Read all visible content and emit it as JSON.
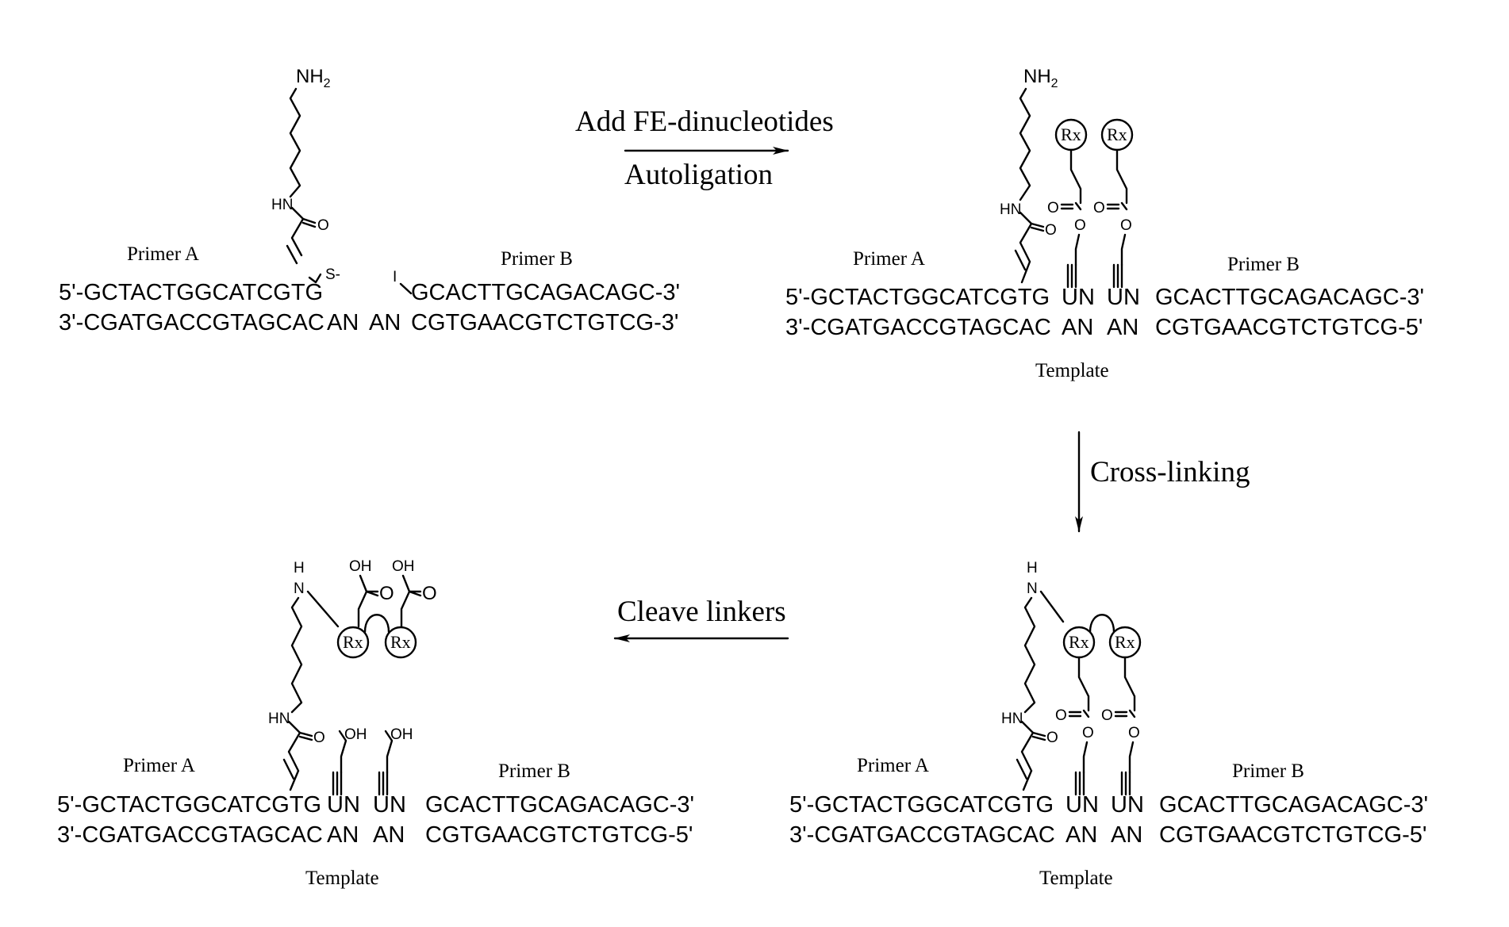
{
  "steps": {
    "add": "Add FE-dinucleotides",
    "autoligation": "Autoligation",
    "crosslinking": "Cross-linking",
    "cleave": "Cleave linkers"
  },
  "labels": {
    "primer_a": "Primer A",
    "primer_b": "Primer B",
    "template": "Template"
  },
  "atoms": {
    "nh2": "NH",
    "nh2_sub": "2",
    "hn": "HN",
    "h": "H",
    "n": "N",
    "o": "O",
    "oh": "OH",
    "s_minus": "S-",
    "iodo": "I",
    "rx": "Rx"
  },
  "panel1": {
    "top5": "5'-GCTACTGGCATCGTG",
    "topB": "GCACTTGCAGACAGC-3'",
    "bottom3": "3'-CGATGACCGTAGCAC",
    "an1": "AN",
    "an2": "AN",
    "bottomB": "CGTGAACGTCTGTCG-3'"
  },
  "panel2": {
    "top5": "5'-GCTACTGGCATCGTG",
    "un1": "UN",
    "un2": "UN",
    "topB": "GCACTTGCAGACAGC-3'",
    "bottom3": "3'-CGATGACCGTAGCAC",
    "an1": "AN",
    "an2": "AN",
    "bottomB": "CGTGAACGTCTGTCG-5'"
  },
  "panel3": {
    "top5": "5'-GCTACTGGCATCGTG",
    "un1": "UN",
    "un2": "UN",
    "topB": "GCACTTGCAGACAGC-3'",
    "bottom3": "3'-CGATGACCGTAGCAC",
    "an1": "AN",
    "an2": "AN",
    "bottomB": "CGTGAACGTCTGTCG-5'"
  },
  "panel4": {
    "top5": "5'-GCTACTGGCATCGTG",
    "un1": "UN",
    "un2": "UN",
    "topB": "GCACTTGCAGACAGC-3'",
    "bottom3": "3'-CGATGACCGTAGCAC",
    "an1": "AN",
    "an2": "AN",
    "bottomB": "CGTGAACGTCTGTCG-5'"
  }
}
